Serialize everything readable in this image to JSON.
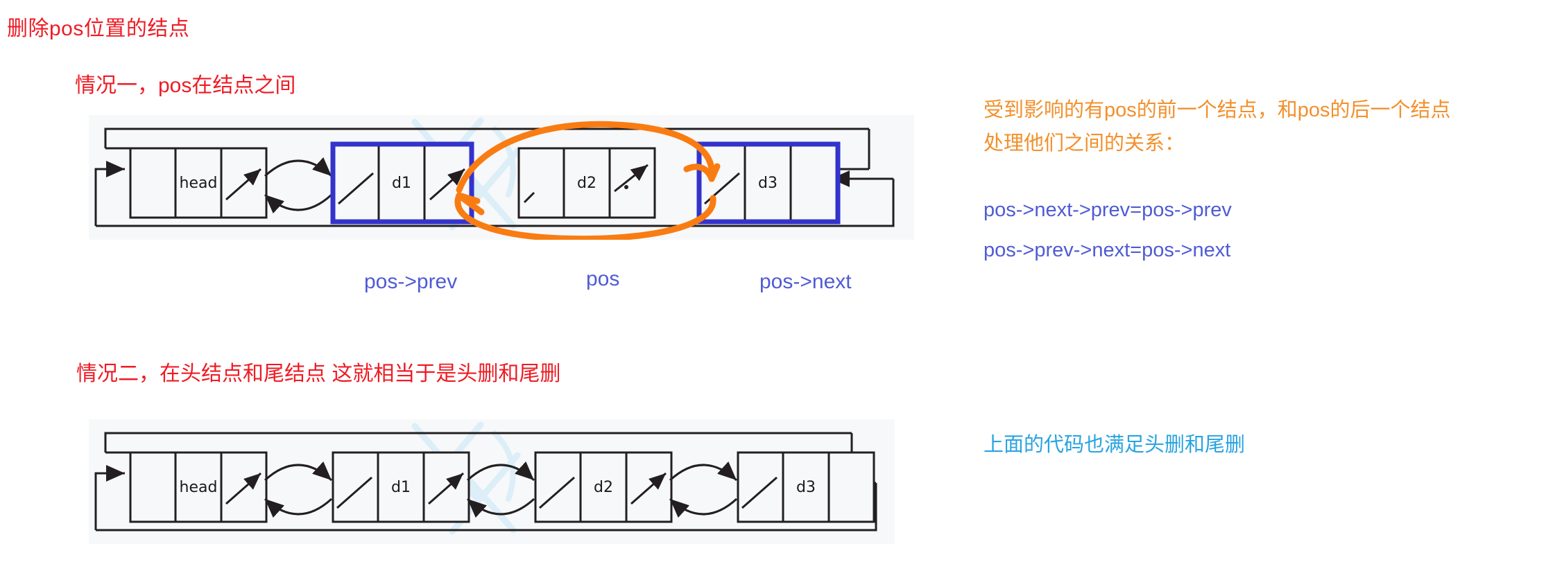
{
  "page": {
    "title": "删除pos位置的结点",
    "background": "#ffffff"
  },
  "colors": {
    "red": "#ee1b24",
    "orange": "#f2902b",
    "blue": "#4f5bd5",
    "cyan": "#29a3e0",
    "highlight_border": "#3333cc",
    "node_stroke": "#231f20",
    "diagram_bg": "#f6f8fa",
    "watermark": "#bde3f4"
  },
  "sections": [
    {
      "id": "case-one",
      "heading": "情况一，pos在结点之间",
      "diagram": {
        "id": "diagram-case-one",
        "nodes": [
          {
            "label": "head",
            "highlight": false
          },
          {
            "label": "d1",
            "highlight": true
          },
          {
            "label": "d2",
            "highlight": false
          },
          {
            "label": "d3",
            "highlight": true
          }
        ],
        "annotations": {
          "type": "orange-bypass-curves",
          "description": "从d1的next绕过d2指向d3，从d3的prev绕过d2指回d1"
        }
      },
      "pointer_labels": [
        {
          "text": "pos->prev"
        },
        {
          "text": "pos"
        },
        {
          "text": "pos->next"
        }
      ],
      "notes": {
        "line1": "受到影响的有pos的前一个结点，和pos的后一个结点",
        "line2": "处理他们之间的关系：",
        "code": [
          "pos->next->prev=pos->prev",
          "pos->prev->next=pos->next"
        ]
      }
    },
    {
      "id": "case-two",
      "heading": "情况二，在头结点和尾结点 这就相当于是头删和尾删",
      "diagram": {
        "id": "diagram-case-two",
        "nodes": [
          {
            "label": "head",
            "highlight": false
          },
          {
            "label": "d1",
            "highlight": false
          },
          {
            "label": "d2",
            "highlight": false
          },
          {
            "label": "d3",
            "highlight": false
          }
        ],
        "annotations": {
          "type": "none",
          "description": ""
        }
      },
      "pointer_labels": [],
      "notes": {
        "line1": "上面的代码也满足头删和尾删",
        "line2": "",
        "code": []
      }
    }
  ]
}
